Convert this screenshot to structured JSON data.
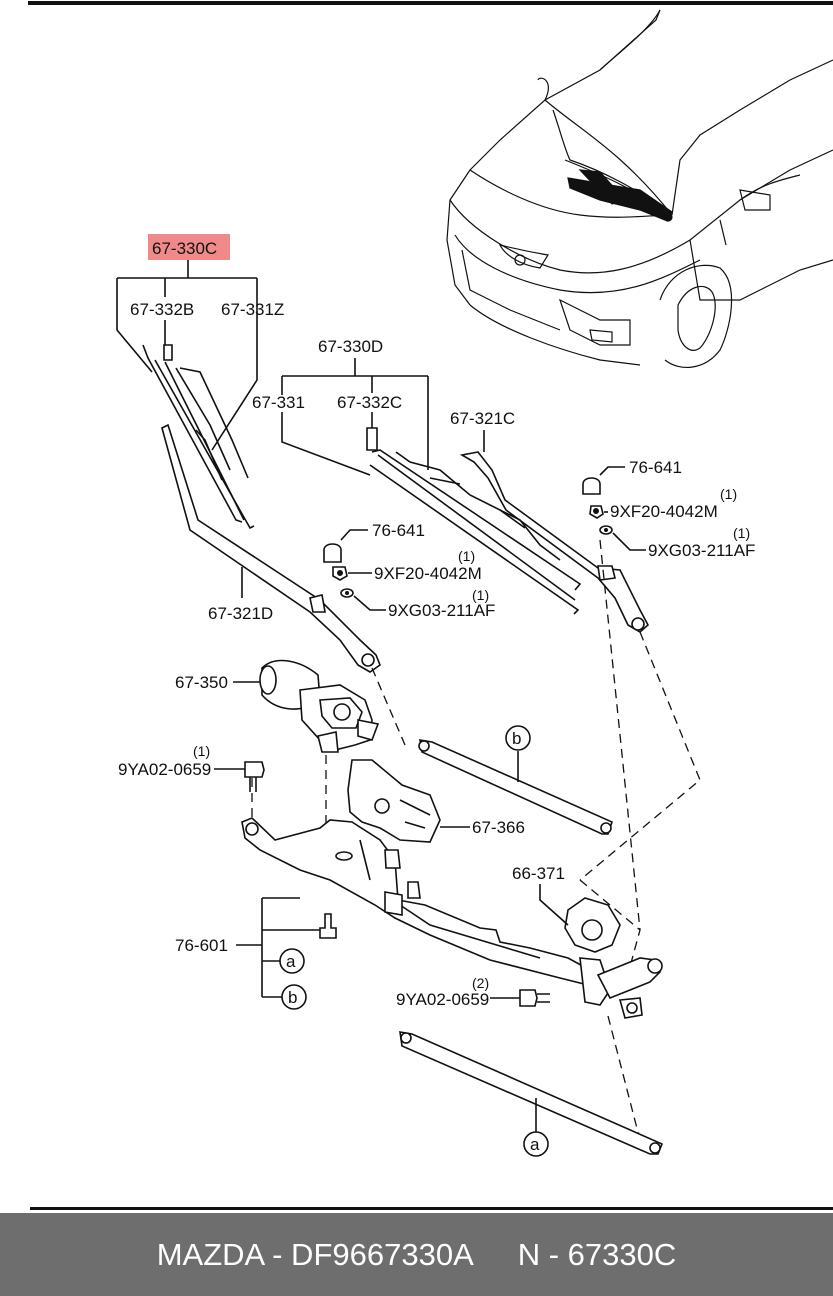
{
  "highlight_color": "#f08a8a",
  "labels": {
    "assembly_main": "67-330C",
    "blade_b": "67-332B",
    "rubber_z": "67-331Z",
    "assembly_d": "67-330D",
    "rubber_331": "67-331",
    "blade_c": "67-332C",
    "arm_c": "67-321C",
    "arm_d": "67-321D",
    "cap_1": "76-641",
    "cap_2": "76-641",
    "nut_1": "9XF20-4042M",
    "nut_2": "9XF20-4042M",
    "washer_1": "9XG03-211AF",
    "washer_2": "9XG03-211AF",
    "motor": "67-350",
    "bolt_1": "9YA02-0659",
    "bolt_2": "9YA02-0659",
    "bracket": "67-366",
    "pivot": "66-371",
    "linkage": "76-601",
    "ref_a": "a",
    "ref_b": "b"
  },
  "quantities": {
    "nut_1": "(1)",
    "nut_2": "(1)",
    "washer_1": "(1)",
    "washer_2": "(1)",
    "bolt_1": "(1)",
    "bolt_2": "(2)"
  },
  "footer": {
    "brand": "MAZDA - DF9667330A",
    "code": "N - 67330C"
  }
}
